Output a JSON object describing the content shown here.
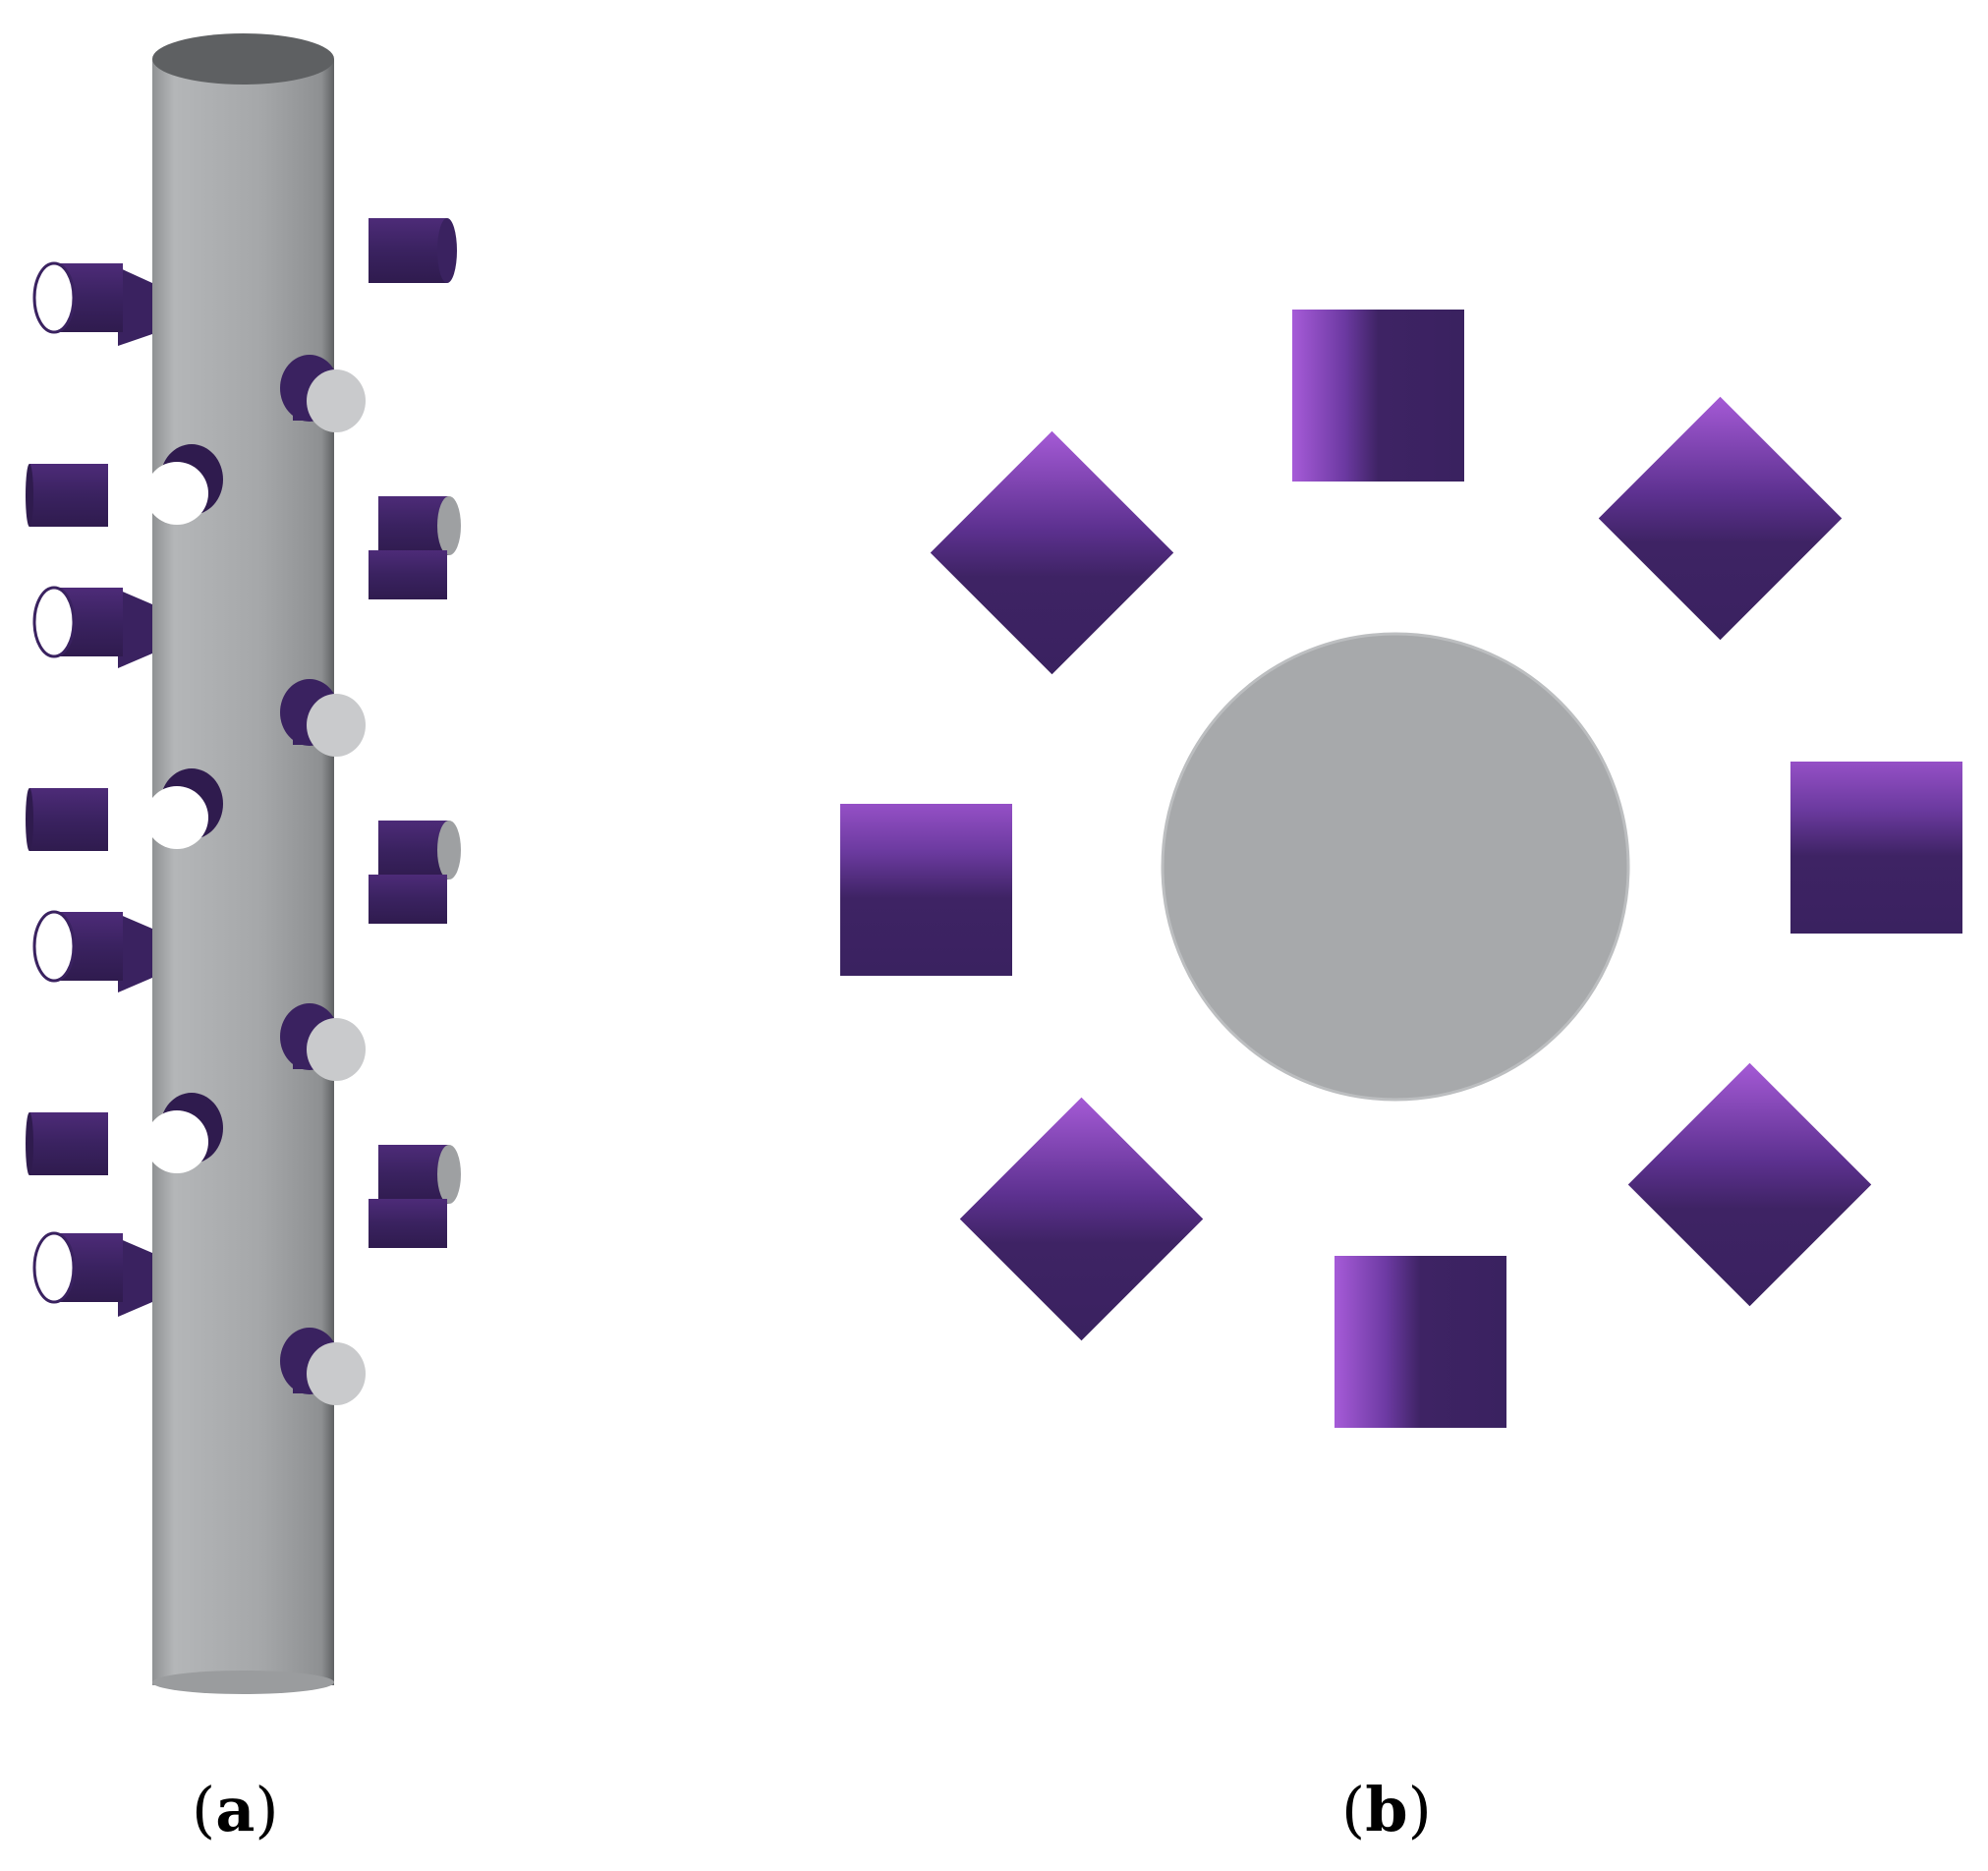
{
  "panels": [
    {
      "id": "a",
      "label": "a"
    },
    {
      "id": "b",
      "label": "b"
    }
  ],
  "colors": {
    "pole_gray": "#a7a9ab",
    "pole_top": "#5e6062",
    "cylinder_purple_dark": "#3b2260",
    "cylinder_purple_light": "#a259d4",
    "cylinder_face_light": "#ffffff",
    "cylinder_face_gray": "#c9cacc"
  }
}
